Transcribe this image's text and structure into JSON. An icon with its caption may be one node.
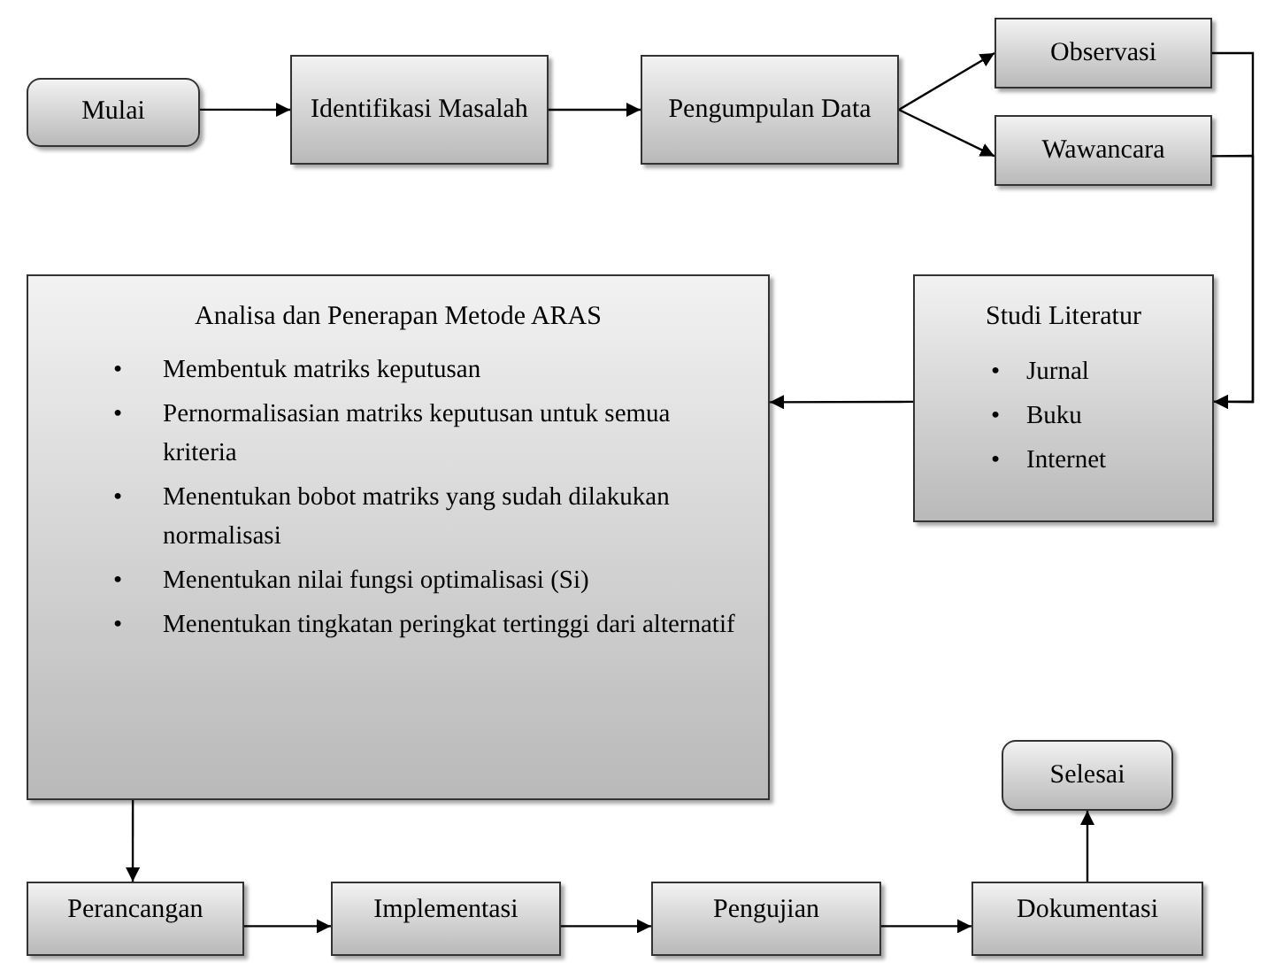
{
  "diagram": {
    "nodes": [
      {
        "text": [
          "Mulai"
        ]
      },
      {
        "text": [
          "Identifikasi Masalah"
        ]
      },
      {
        "text": [
          "Pengumpulan Data"
        ]
      },
      {
        "text": [
          "Observasi"
        ]
      },
      {
        "text": [
          "Wawancara"
        ]
      },
      {
        "text": [
          "Analisa dan Penerapan Metode ARAS",
          "•",
          "Membentuk matriks keputusan",
          "•",
          "Pernormalisasian matriks keputusan untuk semua kriteria",
          "•",
          "Menentukan bobot matriks yang sudah dilakukan normalisasi",
          "•",
          "Menentukan nilai fungsi optimalisasi (Si)",
          "•",
          "Menentukan tingkatan peringkat tertinggi dari alternatif"
        ]
      },
      {
        "text": [
          "Studi Literatur",
          "•",
          "Jurnal",
          "•",
          "Buku",
          "•",
          "Internet"
        ]
      },
      {
        "text": [
          "Selesai"
        ]
      },
      {
        "text": [
          "Perancangan"
        ]
      },
      {
        "text": [
          "Implementasi"
        ]
      },
      {
        "text": [
          "Pengujian"
        ]
      },
      {
        "text": [
          "Dokumentasi"
        ]
      }
    ],
    "edges": [
      {
        "from": 0,
        "to": 1,
        "arrow": "to"
      },
      {
        "from": 1,
        "to": 2,
        "arrow": "to"
      },
      {
        "from": 2,
        "to": 3,
        "arrow": "to"
      },
      {
        "from": 2,
        "to": 4,
        "arrow": "to"
      },
      {
        "from": 3,
        "to": 6,
        "arrow": "to"
      },
      {
        "from": 4,
        "to": 6,
        "arrow": "to"
      },
      {
        "from": 6,
        "to": 5,
        "arrow": "to"
      },
      {
        "from": 5,
        "to": 8,
        "arrow": "to"
      },
      {
        "from": 8,
        "to": 9,
        "arrow": "to"
      },
      {
        "from": 9,
        "to": 10,
        "arrow": "to"
      },
      {
        "from": 10,
        "to": 11,
        "arrow": "to"
      },
      {
        "from": 11,
        "to": 7,
        "arrow": "to"
      }
    ]
  }
}
